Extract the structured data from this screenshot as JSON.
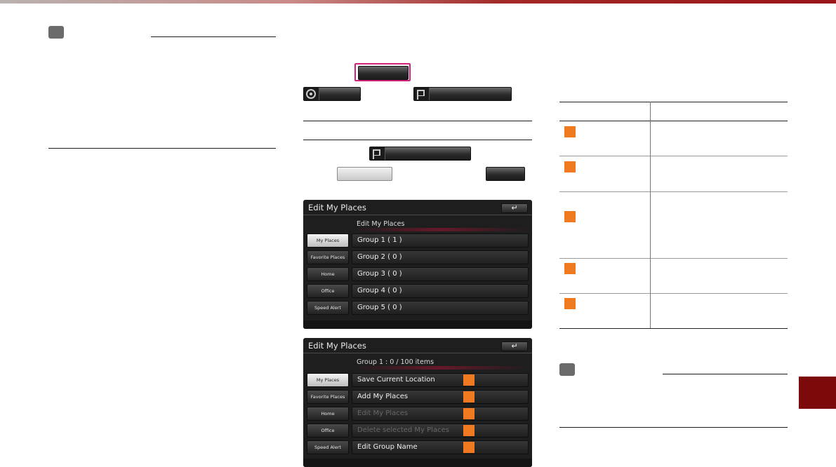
{
  "colors": {
    "accent_chapter": "#7d0a0a",
    "marker_orange": "#f07a1f",
    "highlight_pink": "#d0207a",
    "screen_background": "#1e1e1e"
  },
  "screen1": {
    "title": "Edit My Places",
    "back_icon": "back-arrow-icon",
    "subtitle": "Edit My Places",
    "sidebar": [
      {
        "label": "My Places",
        "active": true
      },
      {
        "label": "Favorite Places",
        "active": false
      },
      {
        "label": "Home",
        "active": false
      },
      {
        "label": "Office",
        "active": false
      },
      {
        "label": "Speed Alert",
        "active": false
      }
    ],
    "rows": [
      "Group 1 ( 1 )",
      "Group 2 ( 0 )",
      "Group 3 ( 0 )",
      "Group 4 ( 0 )",
      "Group 5 ( 0 )"
    ]
  },
  "screen2": {
    "title": "Edit My Places",
    "back_icon": "back-arrow-icon",
    "subtitle": "Group 1 : 0 / 100 items",
    "sidebar": [
      {
        "label": "My Places",
        "active": true
      },
      {
        "label": "Favorite Places",
        "active": false
      },
      {
        "label": "Home",
        "active": false
      },
      {
        "label": "Office",
        "active": false
      },
      {
        "label": "Speed Alert",
        "active": false
      }
    ],
    "rows": [
      {
        "label": "Save Current Location",
        "enabled": true
      },
      {
        "label": "Add My Places",
        "enabled": true
      },
      {
        "label": "Edit My Places",
        "enabled": false
      },
      {
        "label": "Delete selected My Places",
        "enabled": false
      },
      {
        "label": "Edit Group Name",
        "enabled": true
      }
    ]
  }
}
